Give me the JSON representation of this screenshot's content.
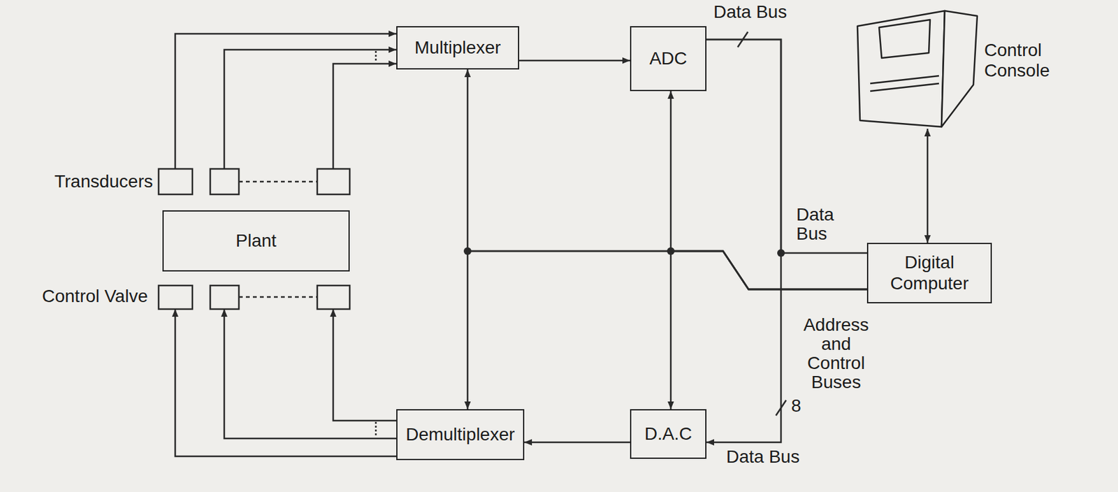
{
  "diagram": {
    "nodes": [
      {
        "text": [
          "Multiplexer"
        ]
      },
      {
        "text": [
          "ADC"
        ]
      },
      {
        "text": [
          "Control Console"
        ]
      },
      {
        "text": [
          "Plant"
        ]
      },
      {
        "text": [
          "Digital Computer"
        ]
      },
      {
        "text": [
          "Demultiplexer"
        ]
      },
      {
        "text": [
          "D.A.C"
        ]
      }
    ],
    "edges": [
      {
        "from": 0,
        "to": 1,
        "arrow": "to"
      },
      {
        "from": 1,
        "to": 6,
        "arrow": "to"
      },
      {
        "from": 1,
        "to": 4,
        "arrow": "none"
      },
      {
        "from": 4,
        "to": 2,
        "arrow": "both"
      },
      {
        "from": 4,
        "to": 0,
        "arrow": "to"
      },
      {
        "from": 4,
        "to": 1,
        "arrow": "to"
      },
      {
        "from": 4,
        "to": 5,
        "arrow": "to"
      },
      {
        "from": 4,
        "to": 6,
        "arrow": "to"
      },
      {
        "from": 6,
        "to": 5,
        "arrow": "to"
      }
    ],
    "labels": [
      "Transducers",
      "Control Valve",
      "Data Bus",
      "Data Bus",
      "Address and Control Buses",
      "8",
      "Data Bus"
    ]
  }
}
